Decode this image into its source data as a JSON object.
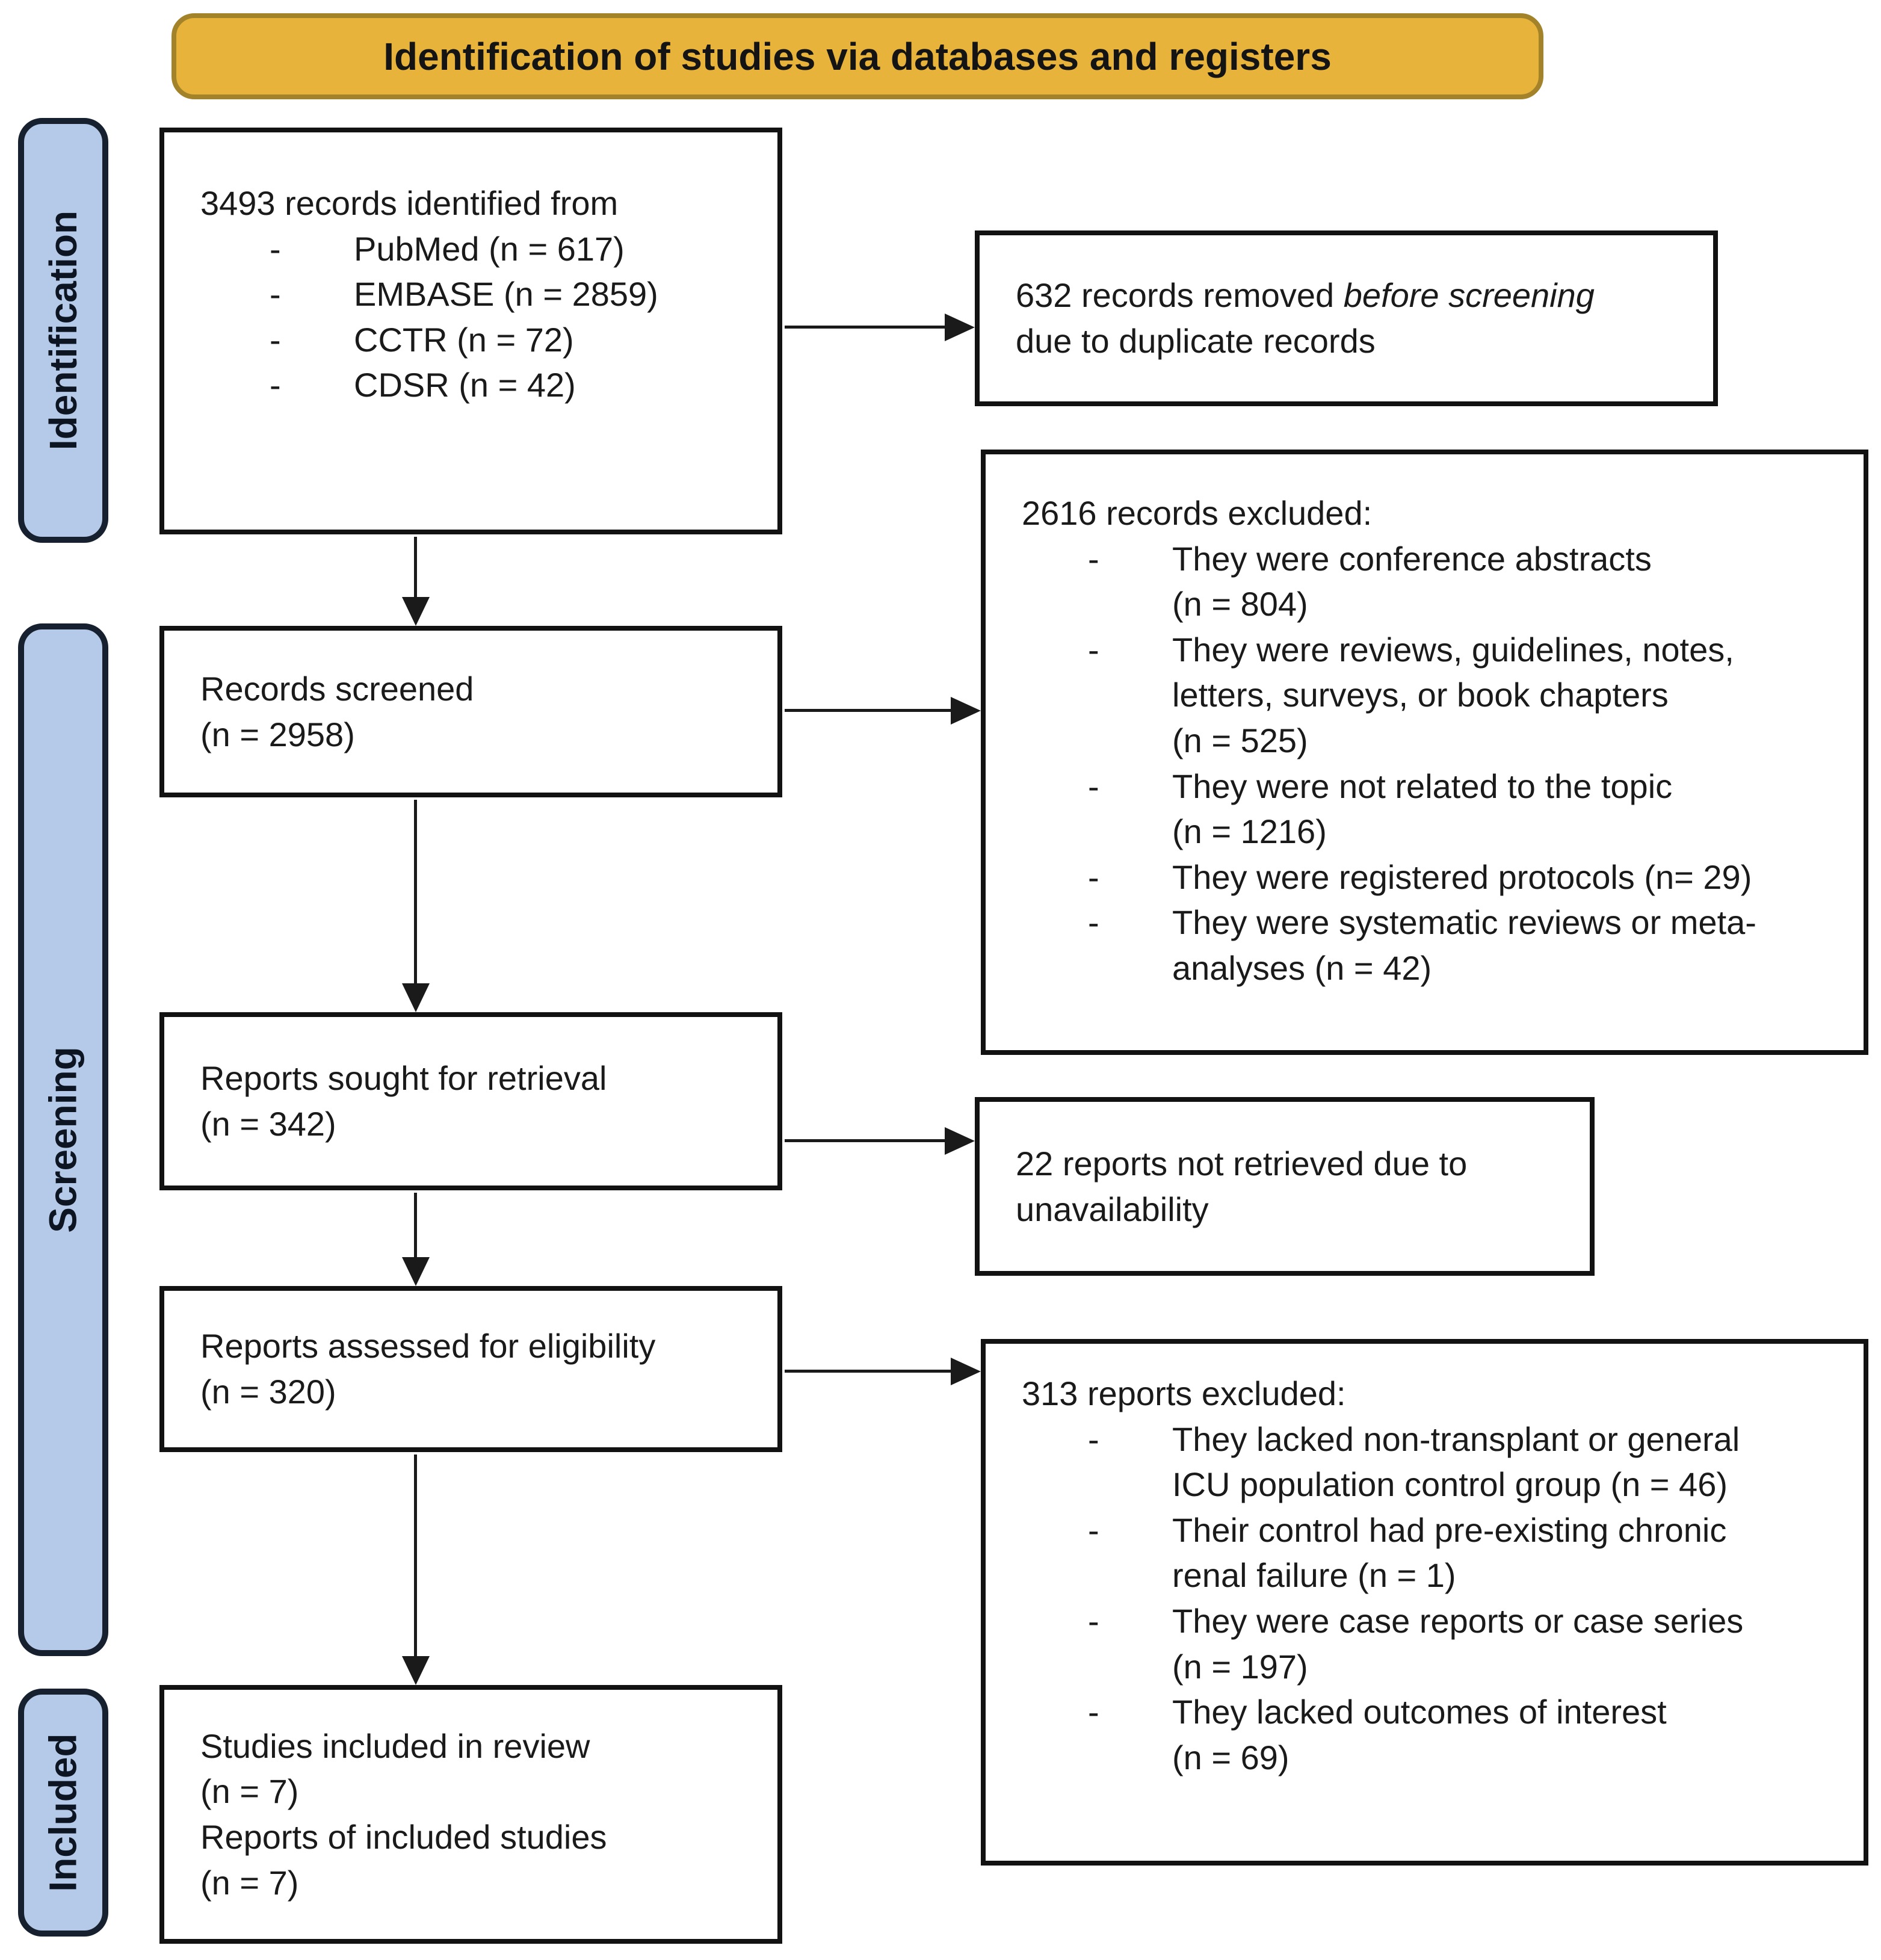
{
  "bullet_marker": "-",
  "colors": {
    "banner_fill": "#E8B33B",
    "banner_border": "#A3832A",
    "sidebar_fill": "#B5CAE8",
    "sidebar_border": "#16202E",
    "box_border": "#121212"
  },
  "banner": {
    "title": "Identification of studies via databases and registers"
  },
  "sidebar": {
    "stages": [
      {
        "label": "Identification"
      },
      {
        "label": "Screening"
      },
      {
        "label": "Included"
      }
    ]
  },
  "boxes": {
    "identified": {
      "heading": "3493 records identified from",
      "bullets": [
        "PubMed (n = 617)",
        "EMBASE (n = 2859)",
        "CCTR (n = 72)",
        "CDSR (n = 42)"
      ]
    },
    "removed": {
      "prefix": "632 records removed ",
      "italic": "before screening",
      "suffix": "\ndue to duplicate records"
    },
    "screened": {
      "text": "Records screened\n(n = 2958)"
    },
    "records_excluded": {
      "heading": "2616 records excluded:",
      "bullets": [
        "They were conference abstracts\n(n = 804)",
        "They were reviews, guidelines, notes,\nletters, surveys, or book chapters\n(n = 525)",
        "They were not related to the topic\n(n = 1216)",
        "They were registered protocols (n= 29)",
        "They were systematic reviews or meta-\nanalyses (n = 42)"
      ]
    },
    "sought": {
      "text": "Reports sought for retrieval\n(n = 342)"
    },
    "not_retrieved": {
      "text": "22 reports not retrieved due to\nunavailability"
    },
    "assessed": {
      "text": "Reports assessed for eligibility\n(n = 320)"
    },
    "reports_excluded": {
      "heading": "313 reports excluded:",
      "bullets": [
        "They lacked non-transplant or general\nICU population control group (n = 46)",
        "Their control had pre-existing chronic\nrenal failure (n = 1)",
        "They were case reports or case series\n(n = 197)",
        "They lacked outcomes of interest\n(n = 69)"
      ]
    },
    "included": {
      "text": "Studies included in review\n(n = 7)\nReports of included studies\n(n = 7)"
    }
  }
}
